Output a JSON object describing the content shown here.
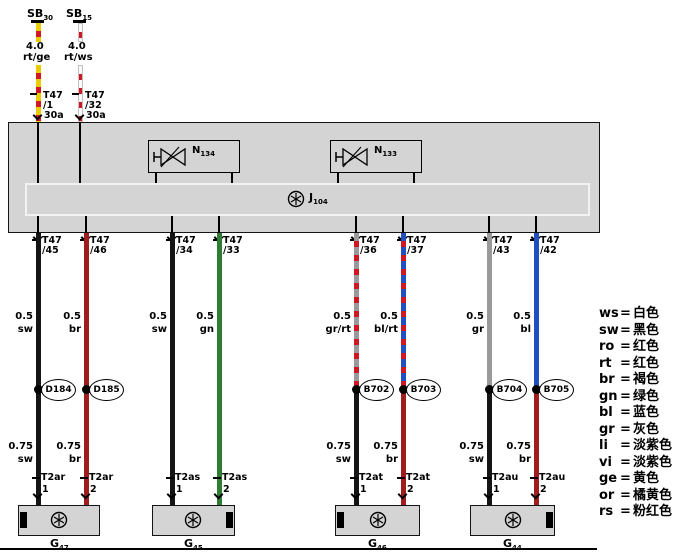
{
  "fuses": [
    {
      "name": "SB",
      "sub": "30",
      "gauge": "4.0",
      "color_code": "rt/ge",
      "pin_line1": "T47",
      "pin_line2": "/1",
      "terminal": "30a"
    },
    {
      "name": "SB",
      "sub": "15",
      "gauge": "4.0",
      "color_code": "rt/ws",
      "pin_line1": "T47",
      "pin_line2": "/32",
      "terminal": "30a"
    }
  ],
  "valves": [
    {
      "name": "N",
      "sub": "134"
    },
    {
      "name": "N",
      "sub": "133"
    }
  ],
  "control_unit": {
    "name": "J",
    "sub": "104"
  },
  "circuits": [
    {
      "pin_line1": "T47",
      "pin_line2": "/45",
      "gauge_top": "0.5",
      "color_top": "sw",
      "splice": "D184",
      "gauge_bottom": "0.75",
      "color_bottom": "sw",
      "connector": "T2ar",
      "connector_pin": "1"
    },
    {
      "pin_line1": "T47",
      "pin_line2": "/46",
      "gauge_top": "0.5",
      "color_top": "br",
      "splice": "D185",
      "gauge_bottom": "0.75",
      "color_bottom": "br",
      "connector": "T2ar",
      "connector_pin": "2"
    },
    {
      "pin_line1": "T47",
      "pin_line2": "/34",
      "gauge_top": "0.5",
      "color_top": "sw",
      "connector": "T2as",
      "connector_pin": "1"
    },
    {
      "pin_line1": "T47",
      "pin_line2": "/33",
      "gauge_top": "0.5",
      "color_top": "gn",
      "connector": "T2as",
      "connector_pin": "2"
    },
    {
      "pin_line1": "T47",
      "pin_line2": "/36",
      "gauge_top": "0.5",
      "color_top": "gr/rt",
      "splice": "B702",
      "gauge_bottom": "0.75",
      "color_bottom": "sw",
      "connector": "T2at",
      "connector_pin": "1"
    },
    {
      "pin_line1": "T47",
      "pin_line2": "/37",
      "gauge_top": "0.5",
      "color_top": "bl/rt",
      "splice": "B703",
      "gauge_bottom": "0.75",
      "color_bottom": "br",
      "connector": "T2at",
      "connector_pin": "2"
    },
    {
      "pin_line1": "T47",
      "pin_line2": "/43",
      "gauge_top": "0.5",
      "color_top": "gr",
      "splice": "B704",
      "gauge_bottom": "0.75",
      "color_bottom": "sw",
      "connector": "T2au",
      "connector_pin": "1"
    },
    {
      "pin_line1": "T47",
      "pin_line2": "/42",
      "gauge_top": "0.5",
      "color_top": "bl",
      "splice": "B705",
      "gauge_bottom": "0.75",
      "color_bottom": "br",
      "connector": "T2au",
      "connector_pin": "2"
    }
  ],
  "components": [
    {
      "name": "G",
      "sub": "47"
    },
    {
      "name": "G",
      "sub": "45"
    },
    {
      "name": "G",
      "sub": "46"
    },
    {
      "name": "G",
      "sub": "44"
    }
  ],
  "legend": {
    "separator": "=",
    "items": [
      {
        "code": "ws",
        "name": "白色"
      },
      {
        "code": "sw",
        "name": "黑色"
      },
      {
        "code": "ro",
        "name": "红色"
      },
      {
        "code": "rt",
        "name": "红色"
      },
      {
        "code": "br",
        "name": "褐色"
      },
      {
        "code": "gn",
        "name": "绿色"
      },
      {
        "code": "bl",
        "name": "蓝色"
      },
      {
        "code": "gr",
        "name": "灰色"
      },
      {
        "code": "li",
        "name": "淡紫色"
      },
      {
        "code": "vi",
        "name": "淡紫色"
      },
      {
        "code": "ge",
        "name": "黄色"
      },
      {
        "code": "or",
        "name": "橘黄色"
      },
      {
        "code": "rs",
        "name": "粉红色"
      }
    ]
  },
  "wire_colors": {
    "sw": "#151515",
    "br": "#a01d1d",
    "gn": "#2f7d32",
    "gr": "#9a9a9a",
    "bl": "#2050c0",
    "rt": "#cf1824",
    "ge": "#e8cc00",
    "ws": "#fafafa"
  }
}
